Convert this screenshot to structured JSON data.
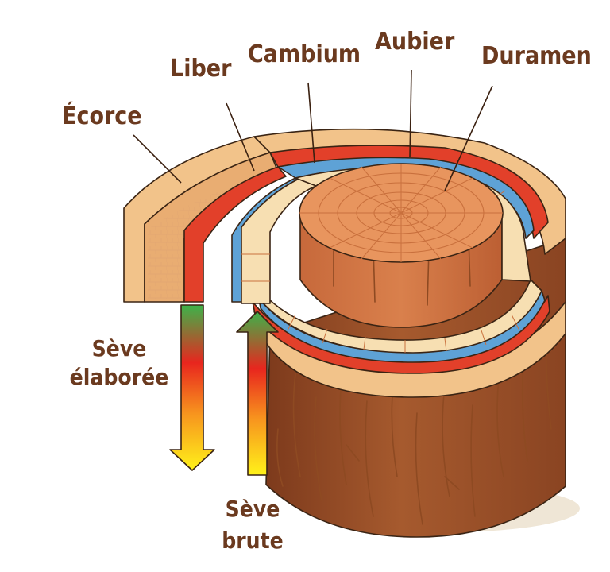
{
  "labels": {
    "ecorce": "Écorce",
    "liber": "Liber",
    "cambium": "Cambium",
    "aubier": "Aubier",
    "duramen": "Duramen",
    "seve_elaboree_line1": "Sève",
    "seve_elaboree_line2": "élaborée",
    "seve_brute_line1": "Sève",
    "seve_brute_line2": "brute"
  },
  "colors": {
    "label_text": "#6b3a1f",
    "bark": "#9c4f2a",
    "bark_inner": "#f2c38a",
    "liber": "#e2402a",
    "cambium": "#5ea2d6",
    "aubier": "#f7dfb2",
    "duramen": "#e8955e",
    "arrow_red": "#e8261e",
    "arrow_orange": "#f7921e",
    "arrow_yellow": "#fff21a",
    "arrow_green": "#3db34a"
  },
  "arrows": {
    "seve_elaboree_direction": "down",
    "seve_brute_direction": "up"
  }
}
